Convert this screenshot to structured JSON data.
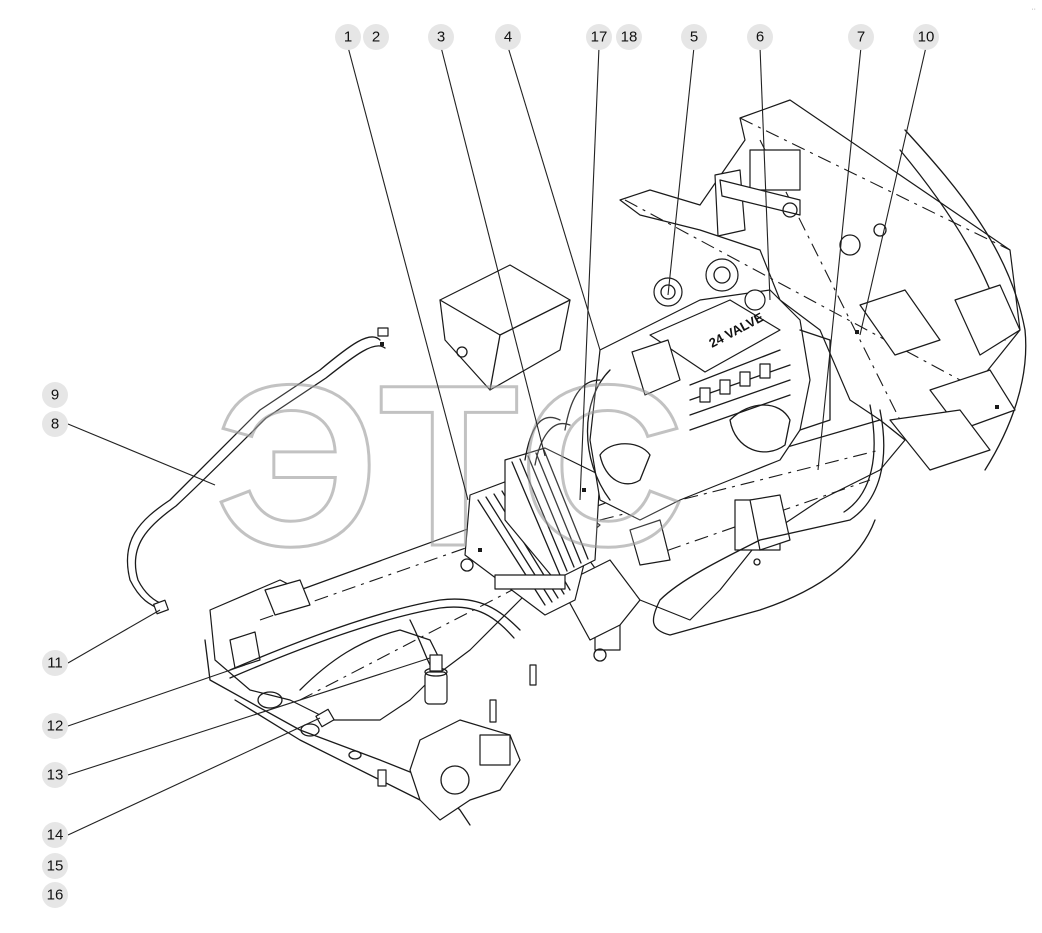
{
  "watermark": {
    "text": "ЭТС"
  },
  "corner_mark": "··",
  "engine_label": "24 VALVE",
  "callouts": [
    {
      "id": "c1",
      "label": "1"
    },
    {
      "id": "c2",
      "label": "2"
    },
    {
      "id": "c3",
      "label": "3"
    },
    {
      "id": "c4",
      "label": "4"
    },
    {
      "id": "c17",
      "label": "17"
    },
    {
      "id": "c18",
      "label": "18"
    },
    {
      "id": "c5",
      "label": "5"
    },
    {
      "id": "c6",
      "label": "6"
    },
    {
      "id": "c7",
      "label": "7"
    },
    {
      "id": "c10",
      "label": "10"
    },
    {
      "id": "c9",
      "label": "9"
    },
    {
      "id": "c8",
      "label": "8"
    },
    {
      "id": "c11",
      "label": "11"
    },
    {
      "id": "c12",
      "label": "12"
    },
    {
      "id": "c13",
      "label": "13"
    },
    {
      "id": "c14",
      "label": "14"
    },
    {
      "id": "c15",
      "label": "15"
    },
    {
      "id": "c16",
      "label": "16"
    }
  ]
}
